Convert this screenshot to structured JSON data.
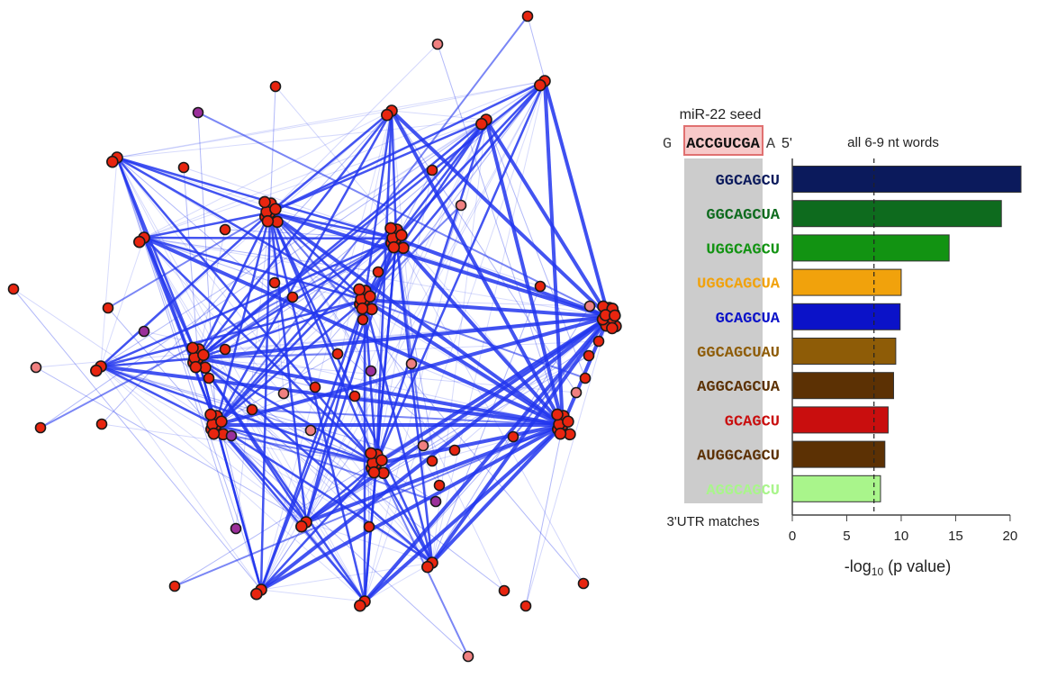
{
  "network": {
    "edge_color": "#2236ee",
    "node_fill": "#e8250f",
    "node_fill_light": "#f08080",
    "node_fill_purple": "#9b2f9b"
  },
  "seed": {
    "title": "miR-22 seed",
    "prefix": "G",
    "core": "ACCGUCGA",
    "suffix": "A",
    "end_label": "5'",
    "box_fill": "#f7c9c9",
    "box_stroke": "#e07070"
  },
  "column_label": "3'UTR matches",
  "chart_data": {
    "type": "bar",
    "orientation": "horizontal",
    "title": "all 6-9 nt words",
    "xlabel": "-log10 (p value)",
    "xlabel_main": "-log",
    "xlabel_sub": "10",
    "xlabel_tail": " (p value)",
    "xlim": [
      0,
      21
    ],
    "xticks": [
      0,
      5,
      10,
      15,
      20
    ],
    "threshold": 7.5,
    "categories": [
      "GGCAGCU",
      "GGCAGCUA",
      "UGGCAGCU",
      "UGGCAGCUA",
      "GCAGCUA",
      "GGCAGCUAU",
      "AGGCAGCUA",
      "GCAGCU",
      "AUGGCAGCU",
      "AGGCAGCU"
    ],
    "values": [
      21,
      19.2,
      14.4,
      10,
      9.9,
      9.5,
      9.3,
      8.8,
      8.5,
      8.1
    ],
    "colors": [
      "#0b1a5c",
      "#0e6b1e",
      "#129312",
      "#f1a20c",
      "#0b12c8",
      "#8e5c07",
      "#5c3104",
      "#c90e0e",
      "#5c3104",
      "#a9f58b"
    ]
  }
}
